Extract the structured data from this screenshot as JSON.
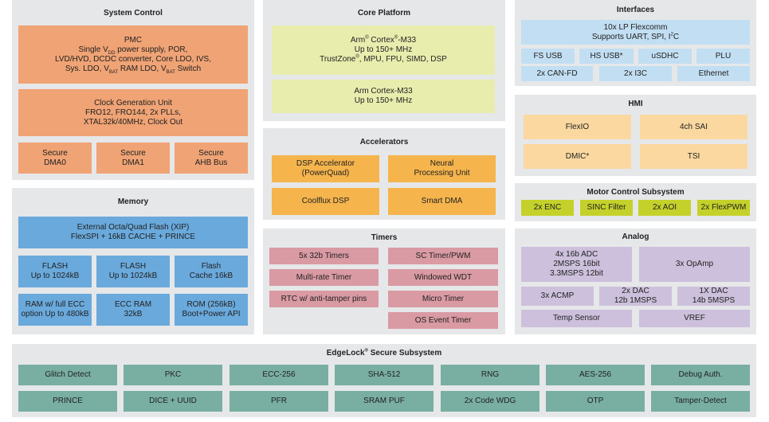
{
  "system_control": {
    "title": "System Control",
    "pmc": {
      "title": "PMC",
      "line1_pre": "Single V",
      "line1_sub": "DD",
      "line1_post": " power supply, POR,",
      "line2": "LVD/HVD, DCDC converter, Core LDO, IVS,",
      "line3_a": "Sys. LDO, V",
      "line3_sub1": "BAT",
      "line3_b": " RAM LDO, V",
      "line3_sub2": "BAT",
      "line3_c": " Switch"
    },
    "clock": {
      "line1": "Clock Generation Unit",
      "line2": "FRO12, FRO144, 2x PLLs,",
      "line3": "XTAL32k/40MHz, Clock Out"
    },
    "dma0": {
      "line1": "Secure",
      "line2": "DMA0"
    },
    "dma1": {
      "line1": "Secure",
      "line2": "DMA1"
    },
    "ahb": {
      "line1": "Secure",
      "line2": "AHB Bus"
    }
  },
  "memory": {
    "title": "Memory",
    "ext_flash": {
      "line1": "External Octa/Quad Flash (XIP)",
      "line2": "FlexSPI + 16kB CACHE + PRINCE"
    },
    "flash_a": {
      "line1": "FLASH",
      "line2": "Up to 1024kB"
    },
    "flash_b": {
      "line1": "FLASH",
      "line2": "Up to 1024kB"
    },
    "flash_cache": {
      "line1": "Flash",
      "line2": "Cache 16kB"
    },
    "ram": {
      "line1": "RAM w/ full ECC",
      "line2": "option Up to 480kB"
    },
    "ecc_ram": {
      "line1": "ECC RAM",
      "line2": "32kB"
    },
    "rom": {
      "line1": "ROM (256kB)",
      "line2": "Boot+Power API"
    }
  },
  "core_platform": {
    "title": "Core Platform",
    "core1": {
      "line1_a": "Arm",
      "line1_sup1": "®",
      "line1_b": " Cortex",
      "line1_sup2": "®",
      "line1_c": "-M33",
      "line2": "Up to 150+  MHz",
      "line3_a": "TrustZone",
      "line3_sup": "®",
      "line3_b": ", MPU, FPU, SIMD, DSP"
    },
    "core2": {
      "line1": "Arm Cortex-M33",
      "line2": "Up to 150+  MHz"
    }
  },
  "accelerators": {
    "title": "Accelerators",
    "dsp": {
      "line1": "DSP Accelerator",
      "line2": "(PowerQuad)"
    },
    "npu": {
      "line1": "Neural",
      "line2": "Processing Unit"
    },
    "coolflux": "Coolflux DSP",
    "smart_dma": "Smart DMA"
  },
  "timers": {
    "title": "Timers",
    "left": [
      "5x 32b Timers",
      "Multi-rate Timer",
      "RTC w/ anti-tamper pins"
    ],
    "right": [
      "SC Timer/PWM",
      "Windowed WDT",
      "Micro Timer",
      "OS Event Timer"
    ]
  },
  "interfaces": {
    "title": "Interfaces",
    "flexcomm": {
      "line1": "10x LP Flexcomm",
      "line2_a": "Supports UART, SPI, I",
      "line2_sup": "2",
      "line2_b": "C"
    },
    "row1": [
      "FS USB",
      "HS USB*",
      "uSDHC",
      "PLU"
    ],
    "row2": [
      "2x CAN-FD",
      "2x I3C",
      "Ethernet"
    ]
  },
  "hmi": {
    "title": "HMI",
    "items": [
      "FlexIO",
      "4ch SAI",
      "DMIC*",
      "TSI"
    ]
  },
  "motor": {
    "title": "Motor Control Subsystem",
    "items": [
      "2x ENC",
      "SINC Filter",
      "2x AOI",
      "2x FlexPWM"
    ]
  },
  "analog": {
    "title": "Analog",
    "adc": {
      "line1": "4x 16b ADC",
      "line2": "2MSPS 16bit",
      "line3": "3.3MSPS 12bit"
    },
    "opamp": "3x OpAmp",
    "acmp": "3x ACMP",
    "dac1": {
      "line1": "2x DAC",
      "line2": "12b 1MSPS"
    },
    "dac2": {
      "line1": "1X DAC",
      "line2": "14b 5MSPS"
    },
    "temp": "Temp Sensor",
    "vref": "VREF"
  },
  "edgelock": {
    "title_a": "EdgeLock",
    "title_sup": "®",
    "title_b": " Secure Subsystem",
    "row1": [
      "Glitch Detect",
      "PKC",
      "ECC-256",
      "SHA-512",
      "RNG",
      "AES-256",
      "Debug Auth."
    ],
    "row2": [
      "PRINCE",
      "DICE + UUID",
      "PFR",
      "SRAM PUF",
      "2x Code WDG",
      "OTP",
      "Tamper-Detect"
    ]
  },
  "colors": {
    "section_bg": "#e6e7e8",
    "orange": "#f0a374",
    "yellow": "#e8edae",
    "gold": "#f6b44c",
    "pink": "#d99aa3",
    "blue": "#6aa9dc",
    "light_blue": "#c2def2",
    "cream": "#fbd8a0",
    "lime": "#c3d12a",
    "lavender": "#ccc0dc",
    "teal": "#79aea2"
  }
}
